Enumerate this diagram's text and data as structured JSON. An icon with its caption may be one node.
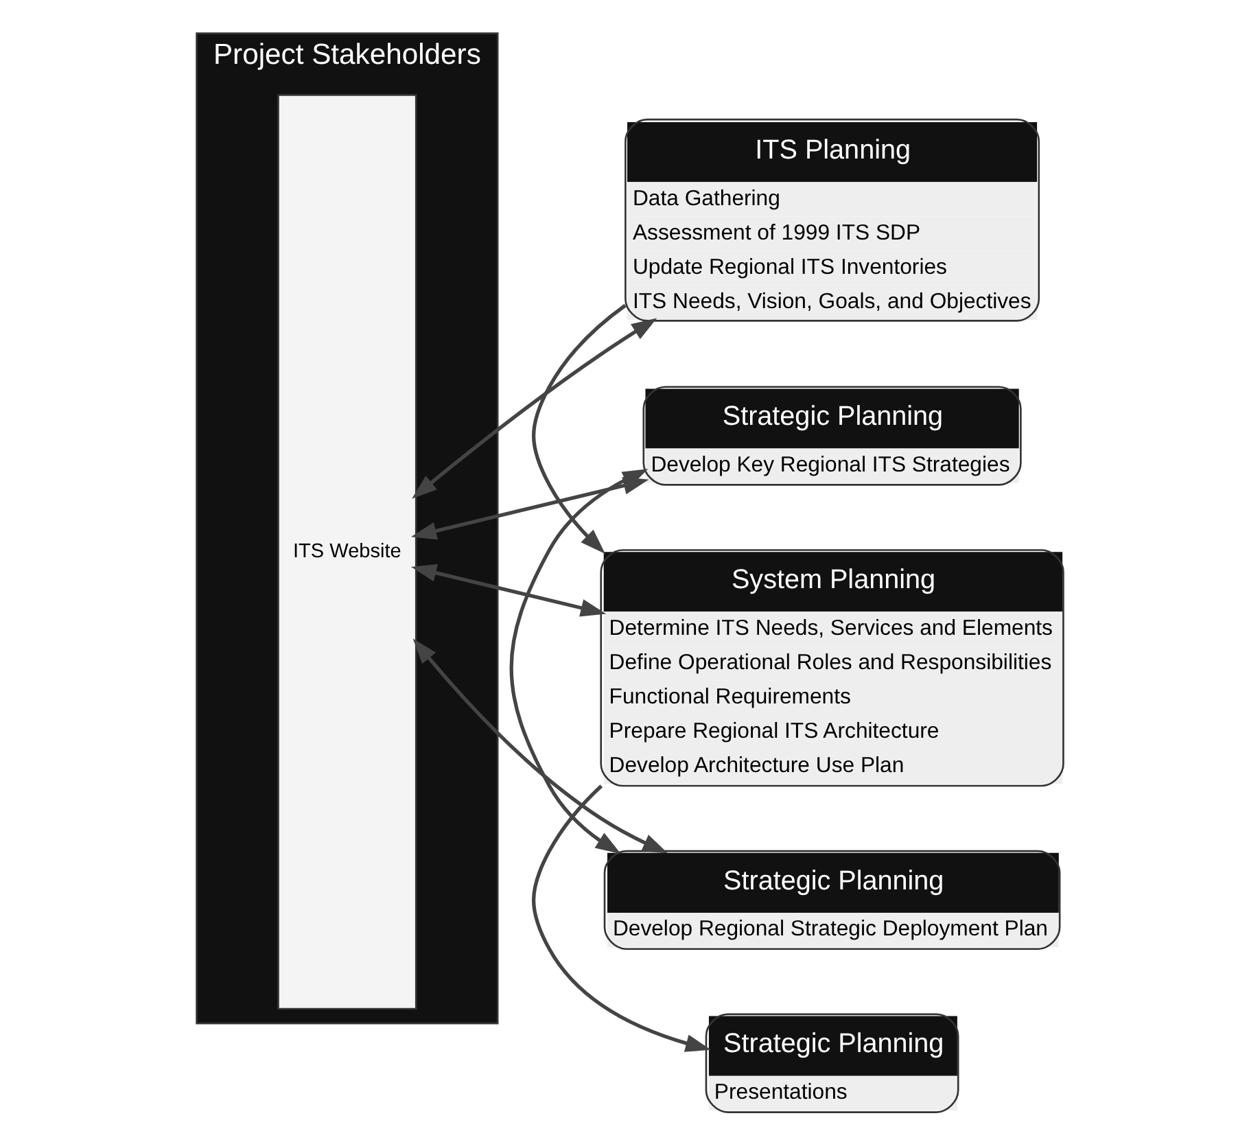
{
  "diagram": {
    "nodes": [
      {
        "text": [
          "Project Stakeholders"
        ]
      },
      {
        "text": [
          "ITS Website"
        ],
        "in": 0
      },
      {
        "text": [
          "ITS Planning",
          "Data Gathering",
          "Assessment of 1999 ITS SDP",
          "Update Regional ITS Inventories",
          "ITS Needs, Vision, Goals, and Objectives"
        ]
      },
      {
        "text": [
          "Strategic Planning",
          "Develop Key Regional ITS Strategies"
        ]
      },
      {
        "text": [
          "System Planning",
          "Determine ITS Needs, Services and Elements",
          "Define Operational Roles and Responsibilities",
          "Functional Requirements",
          "Prepare Regional ITS Architecture",
          "Develop Architecture Use Plan"
        ]
      },
      {
        "text": [
          "Strategic Planning",
          "Develop Regional Strategic Deployment Plan"
        ]
      },
      {
        "text": [
          "Strategic Planning",
          "Presentations"
        ]
      }
    ],
    "edges": [
      {
        "from": 1,
        "to": 2,
        "arrow": "both"
      },
      {
        "from": 1,
        "to": 3,
        "arrow": "both"
      },
      {
        "from": 2,
        "to": 4,
        "arrow": "to"
      },
      {
        "from": 1,
        "to": 4,
        "arrow": "both"
      },
      {
        "from": 3,
        "to": 5,
        "arrow": "both"
      },
      {
        "from": 1,
        "to": 5,
        "arrow": "both"
      },
      {
        "from": 4,
        "to": 6,
        "arrow": "to"
      }
    ]
  }
}
